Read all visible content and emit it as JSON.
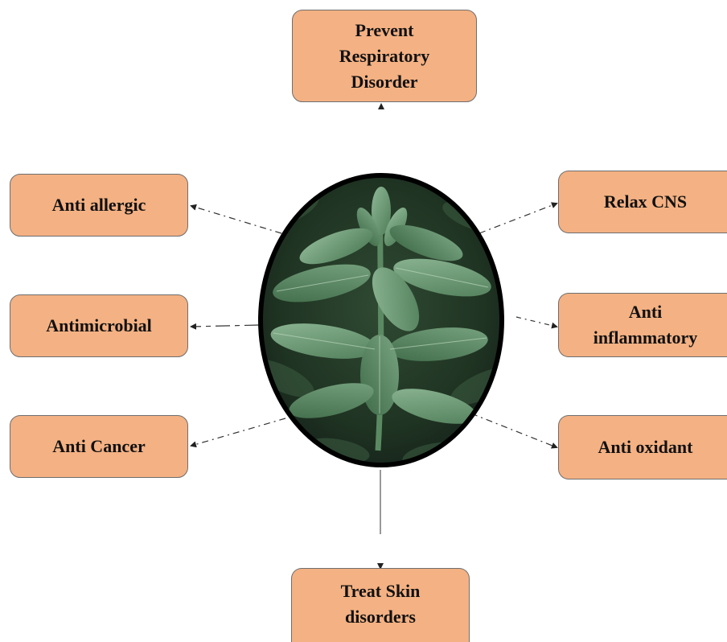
{
  "center": {
    "image": "mint-plant-photo"
  },
  "boxes": {
    "top": {
      "line1": "Prevent",
      "line2": "Respiratory",
      "line3": "Disorder"
    },
    "anti_allergic": "Anti allergic",
    "antimicrobial": "Antimicrobial",
    "anti_cancer": "Anti Cancer",
    "relax_cns": "Relax CNS",
    "anti_inflammatory": {
      "line1": "Anti",
      "line2": "inflammatory"
    },
    "anti_oxidant": "Anti oxidant",
    "treat_skin": {
      "line1": "Treat Skin",
      "line2": "disorders"
    }
  },
  "colors": {
    "box_fill": "#f4b183",
    "box_border": "#6e6e6e",
    "ellipse_border": "#000000",
    "leaf_dark": "#3f6b45",
    "leaf_light": "#7fa783",
    "background_shadow": "#1c2a1d"
  }
}
